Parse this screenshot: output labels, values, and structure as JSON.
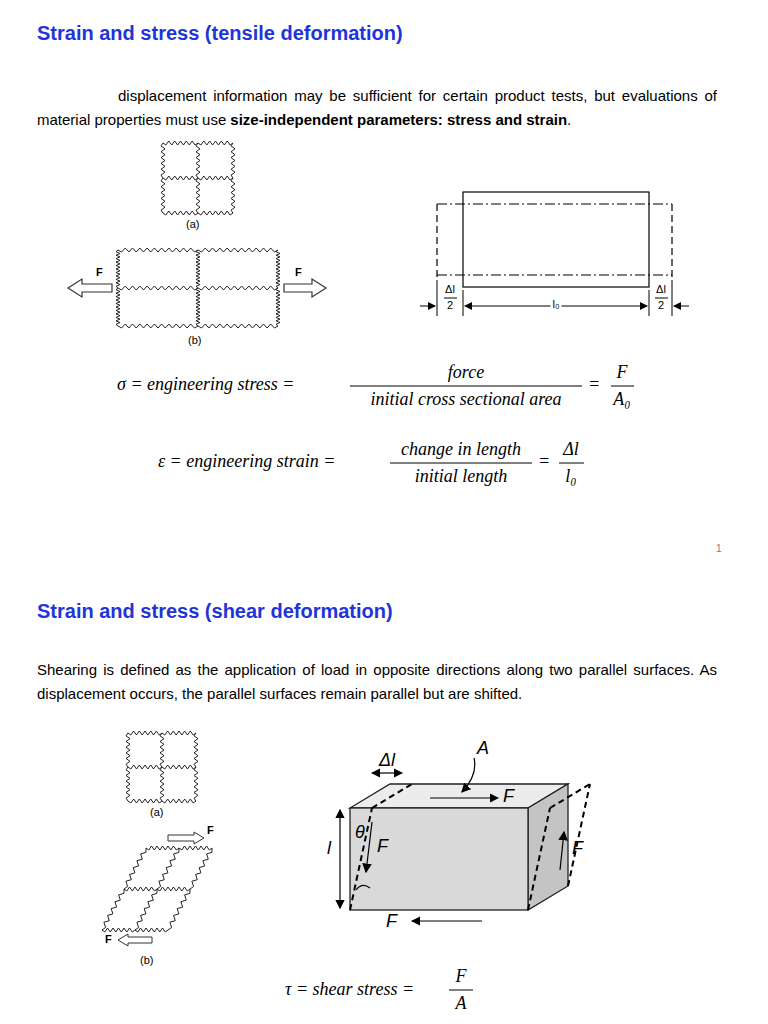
{
  "diagram": {
    "title": "Strain and stress (tensile deformation)",
    "labels": [
      "displacement information may be sufficient for certain product tests, but evaluations of material properties must use",
      "size-independent parameters: stress and strain",
      ".",
      "(a)",
      "F",
      "F",
      "(b)",
      "Δl",
      "2",
      "l₀",
      "Δl",
      "2",
      "σ = engineering stress =",
      "force",
      "initial cross sectional area",
      "=",
      "F",
      "A₀",
      "ε = engineering strain =",
      "change in length",
      "initial length",
      "=",
      "Δl",
      "l₀",
      "1",
      "Strain and stress (shear deformation)",
      "Shearing is defined as the application of load in opposite directions along two parallel surfaces. As displacement occurs, the parallel surfaces remain parallel but are shifted.",
      "(a)",
      "F",
      "F",
      "(b)",
      "Δl",
      "A",
      "F",
      "θ",
      "l",
      "F",
      "F",
      "F",
      "τ = shear stress =",
      "F",
      "A"
    ]
  }
}
